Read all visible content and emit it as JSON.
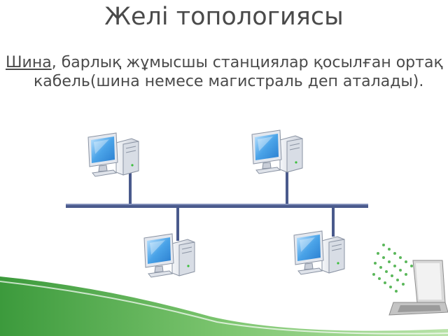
{
  "slide": {
    "title": "Желі топологиясы",
    "term": "Шина",
    "definition": ", барлық жұмысшы станциялар қосылған ортақ кабель(шина немесе магистраль деп аталады)."
  },
  "diagram": {
    "topology": "bus",
    "workstation_count": 4,
    "colors": {
      "bus_cable": "#4a5a8c",
      "monitor_screen": "#4aa3e8",
      "case": "#dfe3ea",
      "accent_green": "#5bb85b"
    }
  }
}
